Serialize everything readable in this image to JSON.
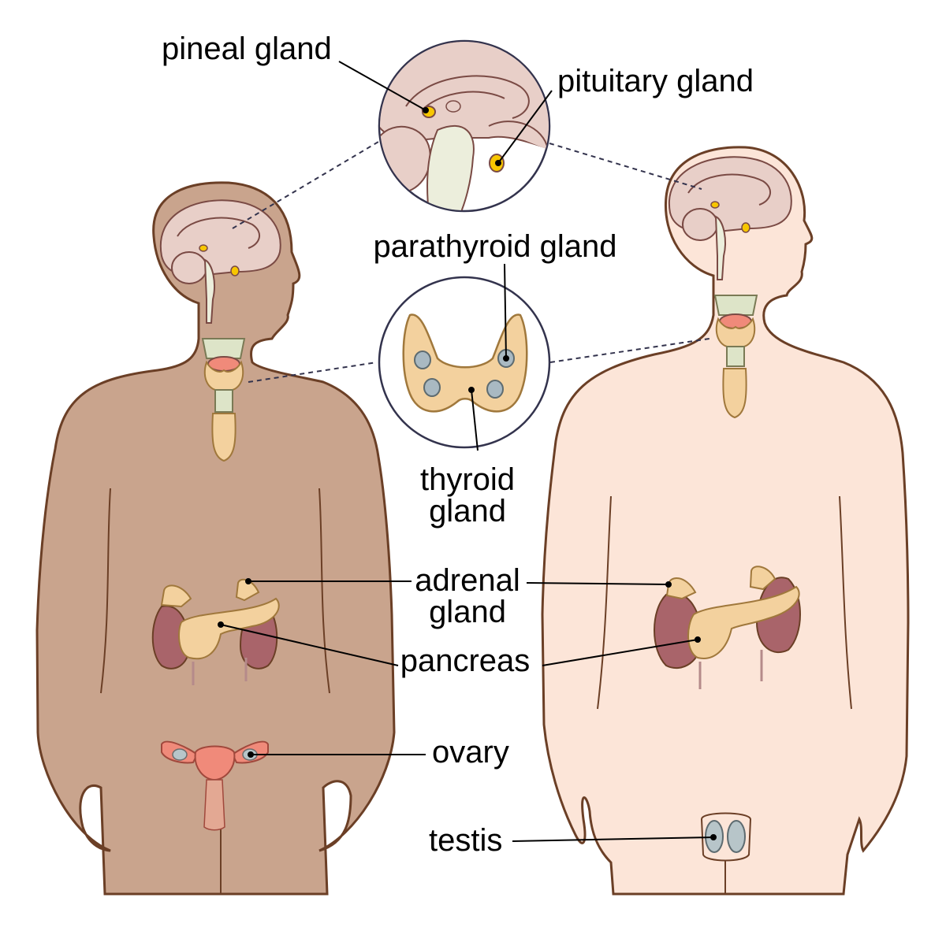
{
  "labels": {
    "pineal": "pineal gland",
    "pituitary": "pituitary gland",
    "parathyroid": "parathyroid gland",
    "thyroid_line1": "thyroid",
    "thyroid_line2": "gland",
    "adrenal_line1": "adrenal",
    "adrenal_line2": "gland",
    "pancreas": "pancreas",
    "ovary": "ovary",
    "testis": "testis"
  },
  "colors": {
    "skin_dark": "#c9a48d",
    "skin_light": "#fce5d8",
    "outline": "#6b3f26",
    "brain": "#e8cfc8",
    "brain_outline": "#7a4a44",
    "gland_yellow": "#f7c600",
    "thyroid": "#f3d19e",
    "kidney": "#a9646a",
    "trachea": "#dde4c8",
    "uterus": "#f08a7a",
    "testis": "#b7c5c9",
    "parathyroid": "#a9b9c2",
    "inset_bg": "#ffffff"
  }
}
